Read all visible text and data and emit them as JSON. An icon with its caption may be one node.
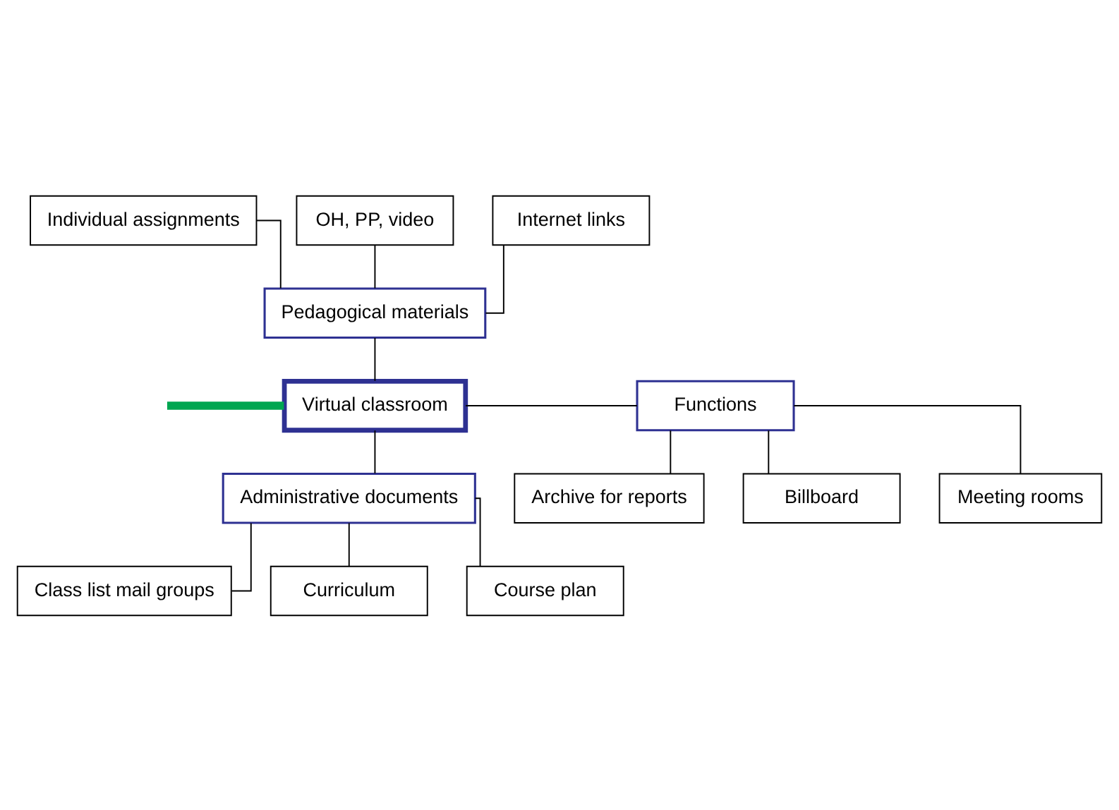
{
  "diagram": {
    "nodes": [
      {
        "text": [
          "Individual assignments"
        ]
      },
      {
        "text": [
          "OH, PP, video"
        ]
      },
      {
        "text": [
          "Internet links"
        ]
      },
      {
        "text": [
          "Pedagogical materials"
        ]
      },
      {
        "text": [
          "Virtual classroom"
        ]
      },
      {
        "text": [
          "Functions"
        ]
      },
      {
        "text": [
          "Archive for reports"
        ]
      },
      {
        "text": [
          "Billboard"
        ]
      },
      {
        "text": [
          "Meeting rooms"
        ]
      },
      {
        "text": [
          "Administrative documents"
        ]
      },
      {
        "text": [
          "Class list mail groups"
        ]
      },
      {
        "text": [
          "Curriculum"
        ]
      },
      {
        "text": [
          "Course plan"
        ]
      }
    ],
    "edges": [
      {
        "from": 0,
        "to": 3,
        "arrow": "none"
      },
      {
        "from": 1,
        "to": 3,
        "arrow": "none"
      },
      {
        "from": 2,
        "to": 3,
        "arrow": "none"
      },
      {
        "from": 3,
        "to": 4,
        "arrow": "none"
      },
      {
        "from": null,
        "to": 4,
        "arrow": "none",
        "style": "thick",
        "color": "#00a651"
      },
      {
        "from": 4,
        "to": 5,
        "arrow": "none"
      },
      {
        "from": 5,
        "to": 6,
        "arrow": "none"
      },
      {
        "from": 5,
        "to": 7,
        "arrow": "none"
      },
      {
        "from": 5,
        "to": 8,
        "arrow": "none"
      },
      {
        "from": 4,
        "to": 9,
        "arrow": "none"
      },
      {
        "from": 9,
        "to": 10,
        "arrow": "none"
      },
      {
        "from": 9,
        "to": 11,
        "arrow": "none"
      },
      {
        "from": 9,
        "to": 12,
        "arrow": "none"
      }
    ]
  }
}
